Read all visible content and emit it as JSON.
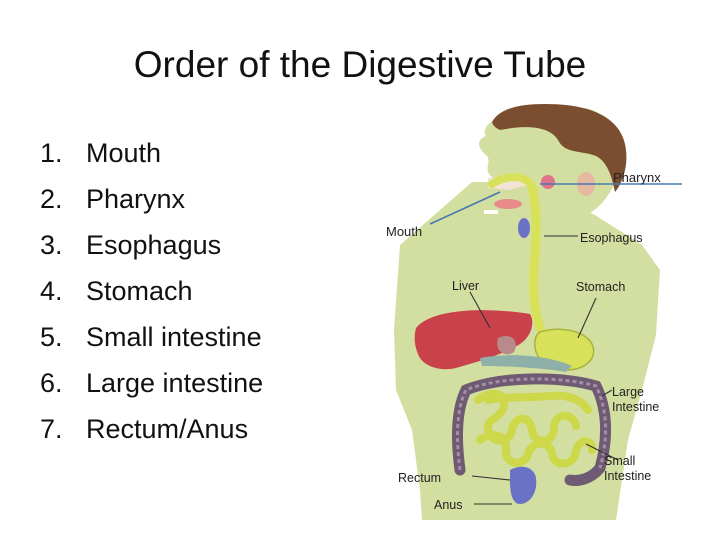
{
  "title": "Order of the Digestive Tube",
  "steps": [
    {
      "num": "1.",
      "label": "Mouth"
    },
    {
      "num": "2.",
      "label": "Pharynx"
    },
    {
      "num": "3.",
      "label": "Esophagus"
    },
    {
      "num": "4.",
      "label": "Stomach"
    },
    {
      "num": "5.",
      "label": "Small intestine"
    },
    {
      "num": "6.",
      "label": "Large intestine"
    },
    {
      "num": "7.",
      "label": "Rectum/Anus"
    }
  ],
  "diagram": {
    "labels": {
      "pharynx": "Pharynx",
      "mouth": "Mouth",
      "esophagus": "Esophagus",
      "liver": "Liver",
      "stomach": "Stomach",
      "large_intestine_1": "Large",
      "large_intestine_2": "Intestine",
      "small_intestine_1": "Small",
      "small_intestine_2": "Intestine",
      "rectum": "Rectum",
      "anus": "Anus"
    },
    "colors": {
      "body": "#d2dfa0",
      "hair": "#7b4e2f",
      "liver": "#c9414a",
      "digestive_tract": "#d7e15a",
      "large_intestine_wall": "#6e5a72",
      "rectum": "#6a72c8",
      "pointer_line": "#4a78b0"
    }
  }
}
